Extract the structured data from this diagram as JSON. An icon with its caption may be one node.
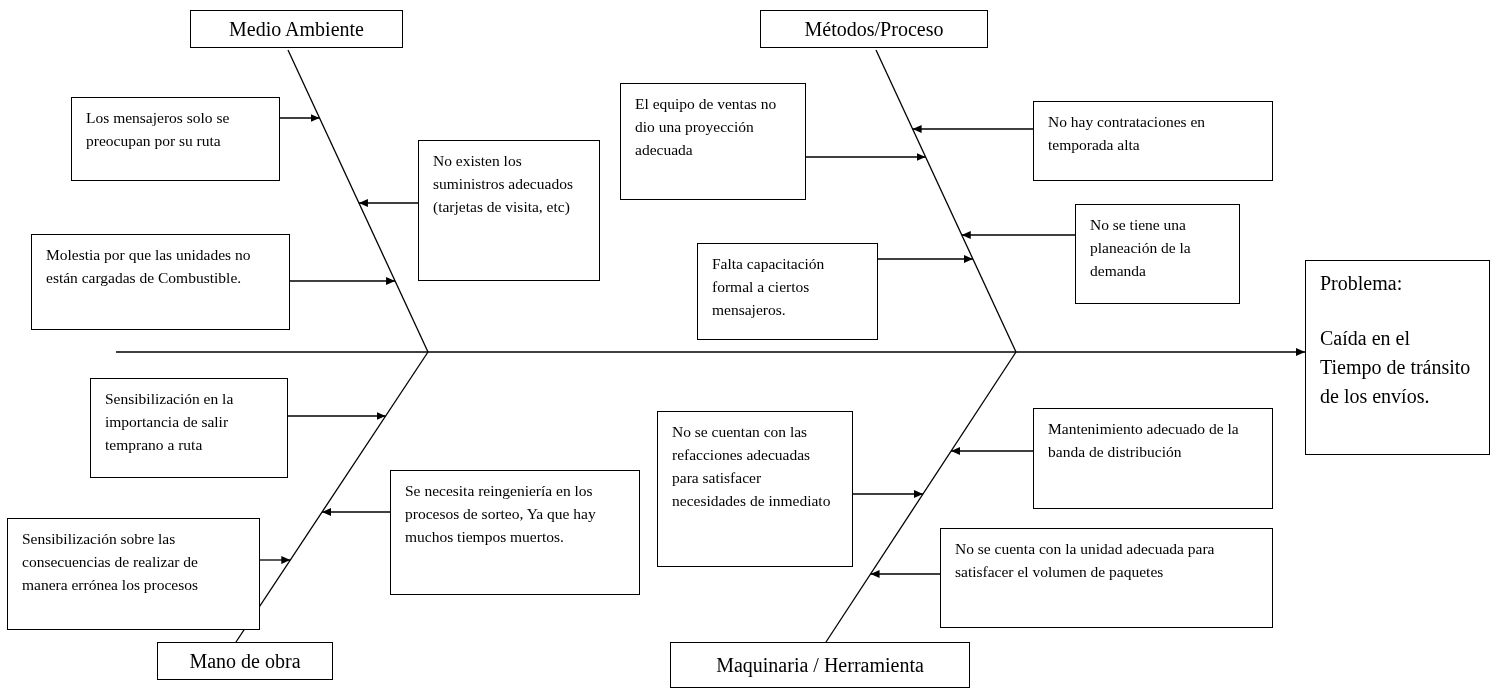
{
  "diagram": {
    "nodes": [
      {
        "text": [
          "Medio Ambiente"
        ]
      },
      {
        "text": [],
        "shape": "line"
      },
      {
        "text": [
          "Los mensajeros solo se preocupan por su ruta"
        ]
      },
      {
        "text": [
          "No existen los suministros adecuados (tarjetas de visita, etc)"
        ]
      },
      {
        "text": [
          "Molestia por que las unidades no están cargadas de Combustible."
        ]
      },
      {
        "text": [
          "Métodos/Proceso"
        ]
      },
      {
        "text": [],
        "shape": "line"
      },
      {
        "text": [
          "El equipo de ventas no dio una proyección adecuada"
        ]
      },
      {
        "text": [
          "No hay contrataciones en temporada alta"
        ]
      },
      {
        "text": [
          "No se tiene una planeación de la demanda"
        ]
      },
      {
        "text": [
          "Falta capacitación formal a ciertos mensajeros."
        ]
      },
      {
        "text": [
          "Problema:",
          "Caída en el Tiempo de tránsito de los envíos."
        ]
      },
      {
        "text": [],
        "shape": "line"
      },
      {
        "text": [
          "Sensibilización en la importancia de salir temprano a ruta"
        ]
      },
      {
        "text": [
          "Se necesita reingeniería en los procesos de sorteo, Ya que hay muchos tiempos muertos."
        ]
      },
      {
        "text": [
          "Sensibilización sobre las consecuencias de realizar de manera errónea los procesos"
        ]
      },
      {
        "text": [
          "Mano de obra"
        ]
      },
      {
        "text": [],
        "shape": "line"
      },
      {
        "text": [
          "No se cuentan con las refacciones adecuadas para satisfacer necesidades de inmediato"
        ]
      },
      {
        "text": [
          "Mantenimiento adecuado de la banda de distribución"
        ]
      },
      {
        "text": [
          "No se cuenta con la unidad adecuada para satisfacer el volumen de paquetes"
        ]
      },
      {
        "text": [
          "Maquinaria / Herramienta"
        ]
      }
    ],
    "edges": [
      {
        "from": 2,
        "to": 1,
        "arrow": "to"
      },
      {
        "from": 3,
        "to": 1,
        "arrow": "to"
      },
      {
        "from": 4,
        "to": 1,
        "arrow": "to"
      },
      {
        "from": 7,
        "to": 6,
        "arrow": "to"
      },
      {
        "from": 8,
        "to": 6,
        "arrow": "to"
      },
      {
        "from": 9,
        "to": 6,
        "arrow": "to"
      },
      {
        "from": 10,
        "to": 6,
        "arrow": "to"
      },
      {
        "from": null,
        "to": 11,
        "arrow": "to"
      },
      {
        "from": 13,
        "to": 12,
        "arrow": "to"
      },
      {
        "from": 14,
        "to": 12,
        "arrow": "to"
      },
      {
        "from": 15,
        "to": 12,
        "arrow": "to"
      },
      {
        "from": 18,
        "to": 17,
        "arrow": "to"
      },
      {
        "from": 19,
        "to": 17,
        "arrow": "to"
      },
      {
        "from": 20,
        "to": 17,
        "arrow": "to"
      }
    ]
  }
}
